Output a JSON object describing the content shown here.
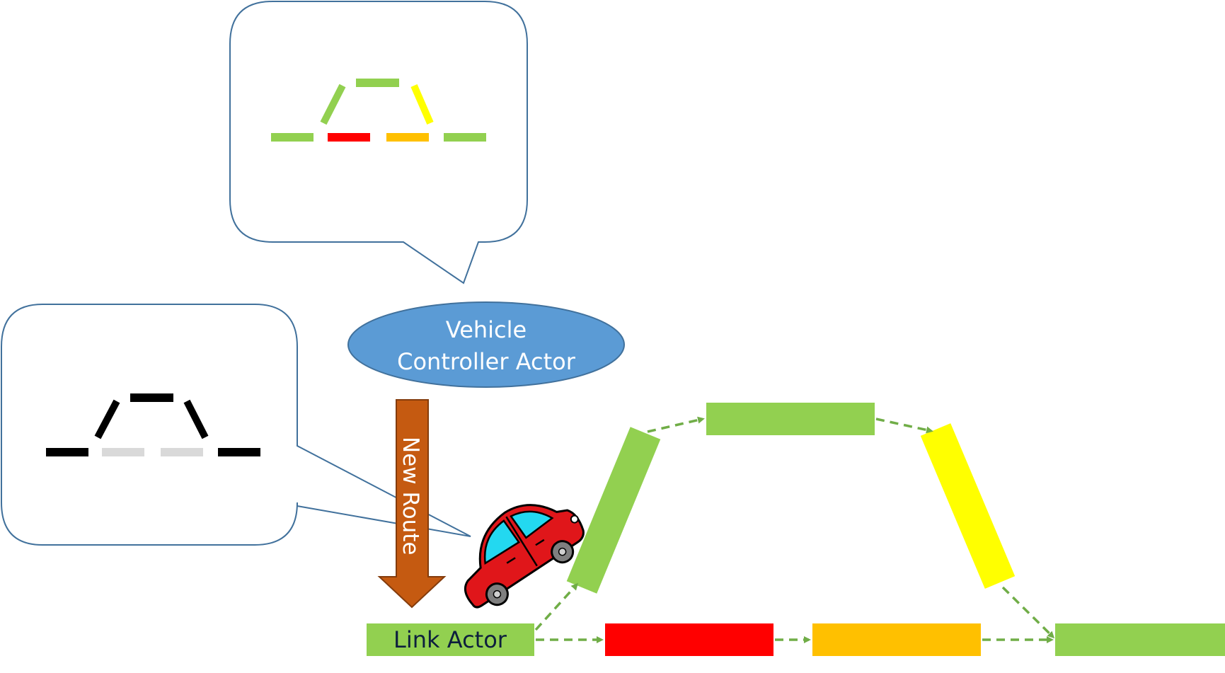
{
  "diagram": {
    "controller": {
      "line1": "Vehicle",
      "line2": "Controller Actor"
    },
    "arrow_label": "New Route",
    "link_actor_label": "Link Actor"
  },
  "colors": {
    "green": "#92d050",
    "red": "#ff0000",
    "orange": "#ffc000",
    "yellow": "#ffff00",
    "black": "#000000",
    "gray": "#d9d9d9",
    "ellipse_fill": "#5b9bd5",
    "ellipse_stroke": "#41719c",
    "arrow_fill": "#c55a11",
    "arrow_stroke": "#843c0c",
    "bubble_stroke": "#41719c",
    "link_text": "#0d1f3d",
    "car_body": "#e0161a",
    "car_glass": "#23d8f0"
  }
}
